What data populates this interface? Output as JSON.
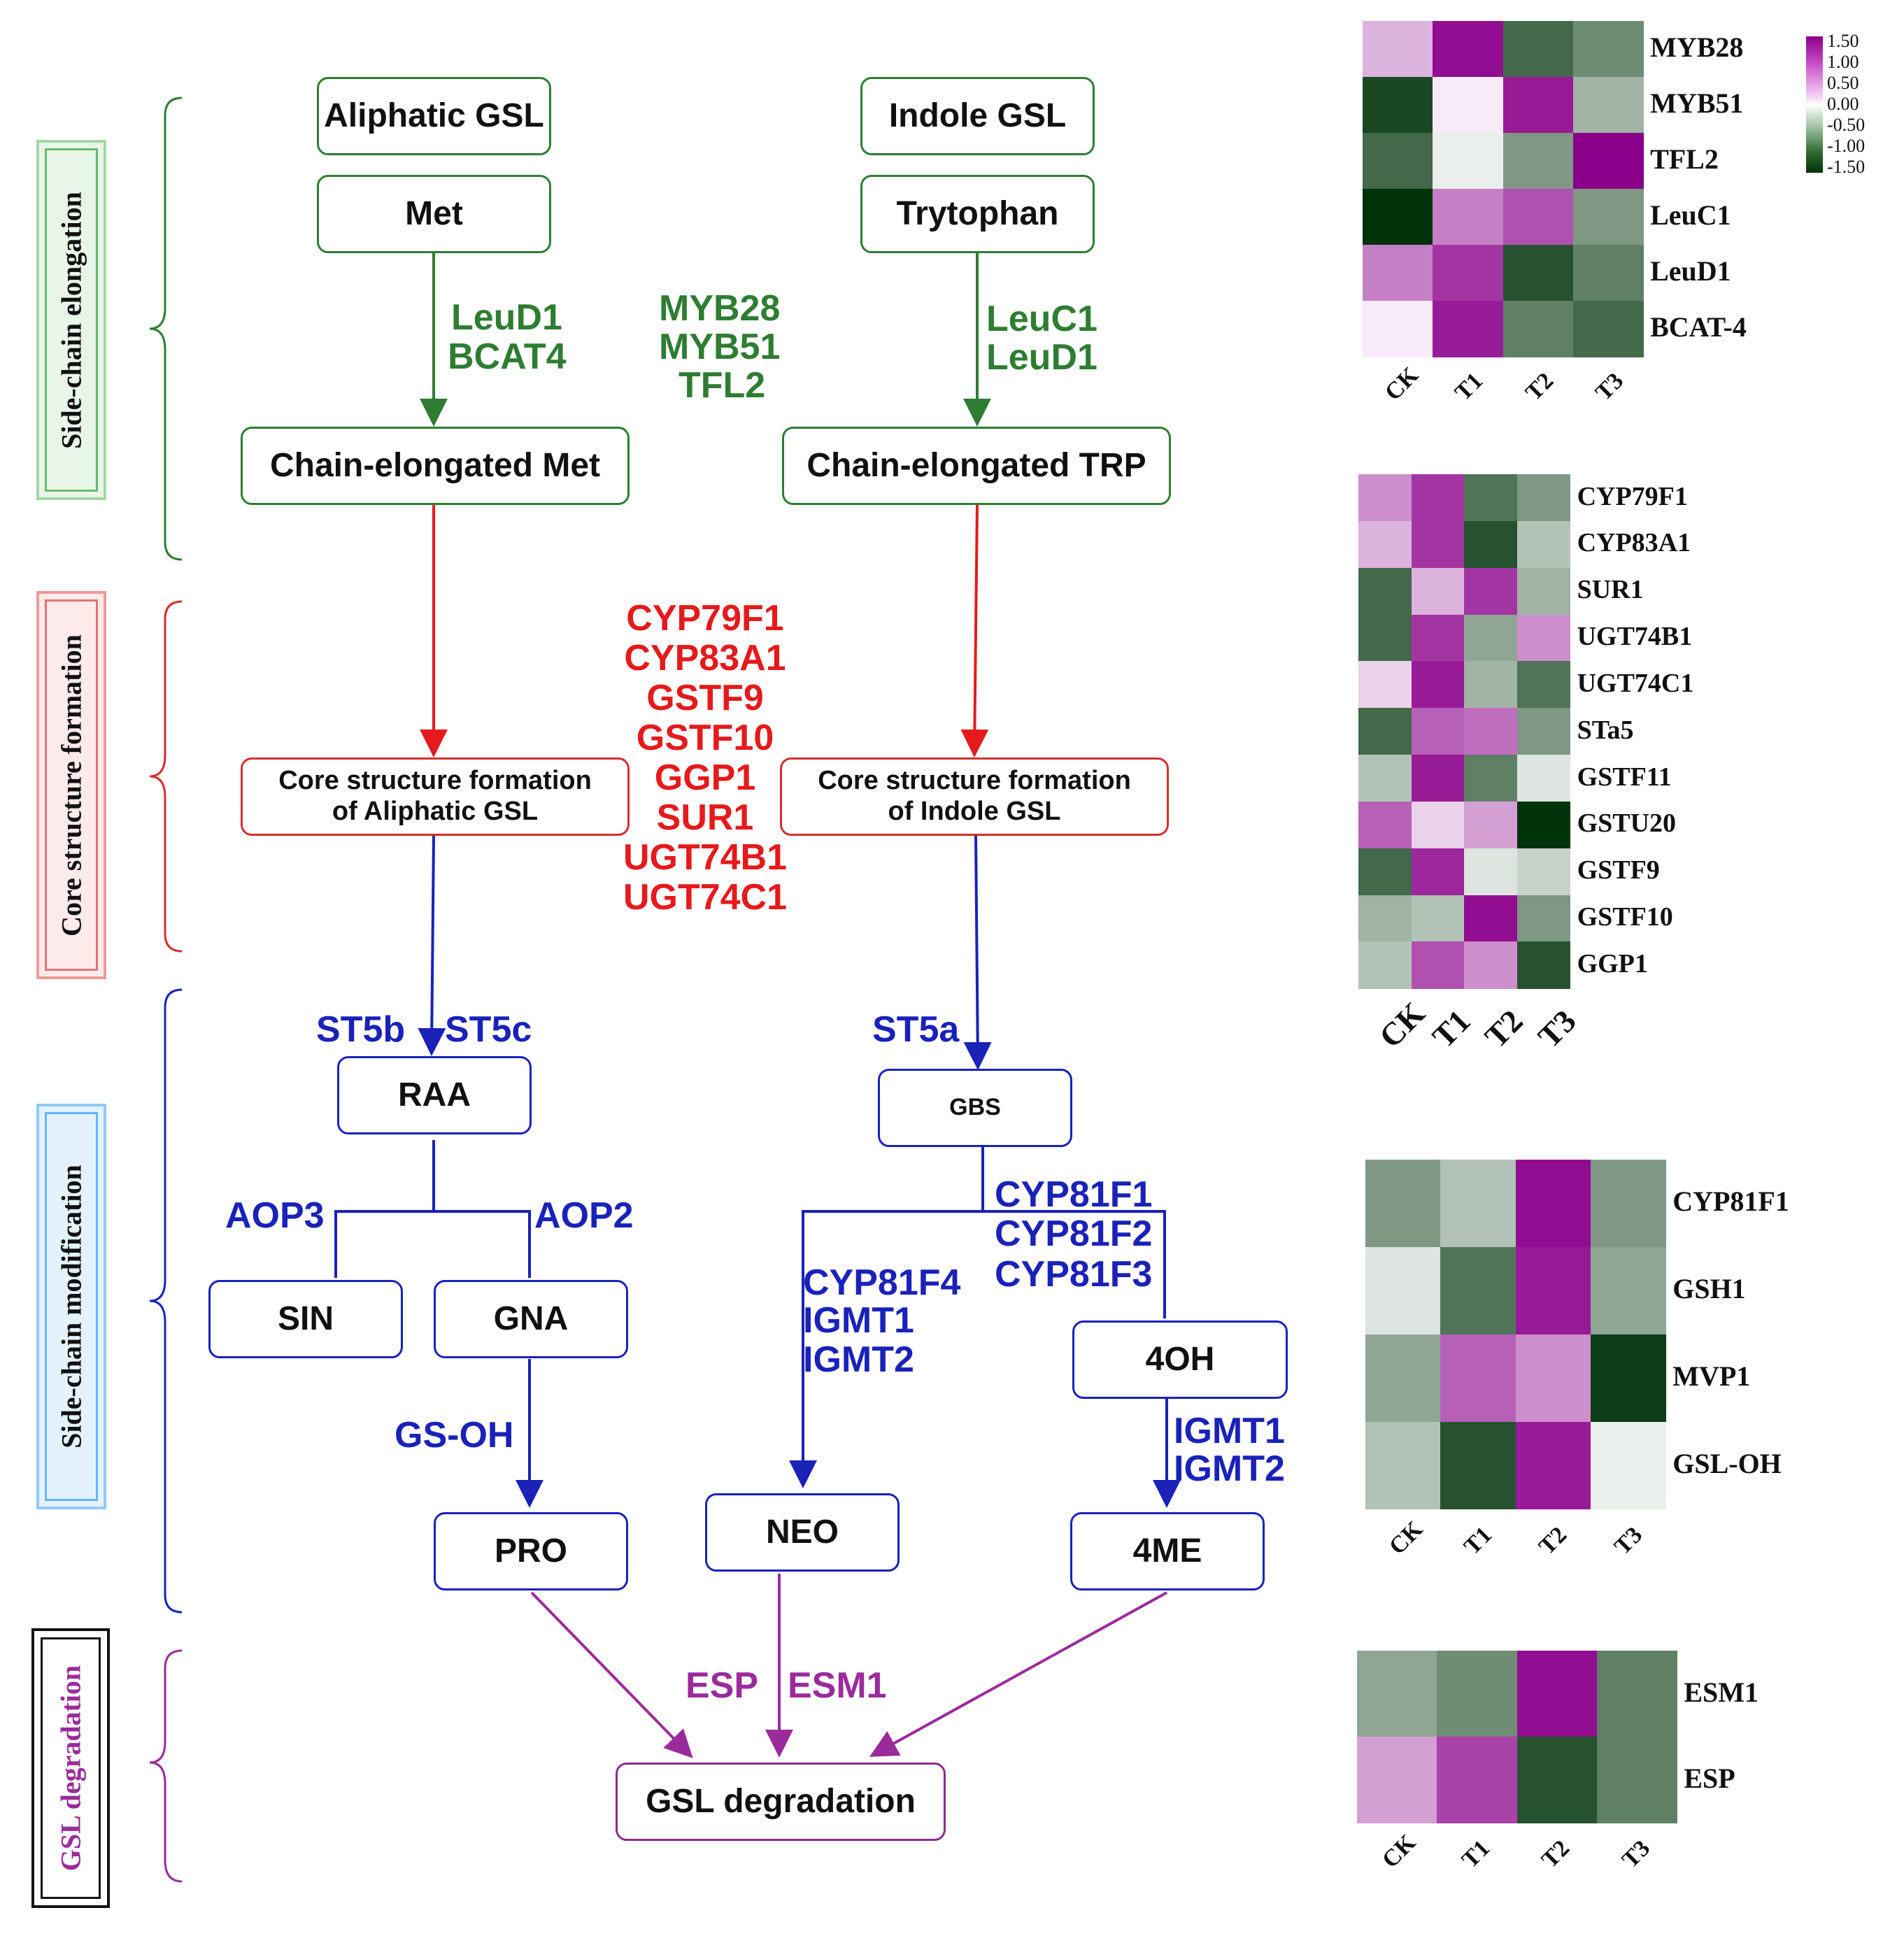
{
  "stages": {
    "elongation": "Side-chain elongation",
    "core": "Core structure formation",
    "modification": "Side-chain modification",
    "degradation": "GSL degradation"
  },
  "nodes": {
    "aliphatic_gsl": "Aliphatic GSL",
    "indole_gsl": "Indole GSL",
    "met": "Met",
    "trytophan": "Trytophan",
    "chain_met": "Chain-elongated Met",
    "chain_trp": "Chain-elongated TRP",
    "core_aliphatic": "Core structure formation of Aliphatic GSL",
    "core_indole": "Core structure formation of Indole GSL",
    "raa": "RAA",
    "gbs": "GBS",
    "sin": "SIN",
    "gna": "GNA",
    "pro": "PRO",
    "neo": "NEO",
    "oh4": "4OH",
    "me4": "4ME",
    "gsl_deg": "GSL degradation"
  },
  "enzymes": {
    "leud1_left": "LeuD1",
    "bcat4": "BCAT4",
    "myb28": "MYB28",
    "myb51": "MYB51",
    "tfl2": "TFL2",
    "leuc1": "LeuC1",
    "leud1_right": "LeuD1",
    "core_list": [
      "CYP79F1",
      "CYP83A1",
      "GSTF9",
      "GSTF10",
      "GGP1",
      "SUR1",
      "UGT74B1",
      "UGT74C1"
    ],
    "st5b": "ST5b",
    "st5c": "ST5c",
    "st5a": "ST5a",
    "aop3": "AOP3",
    "aop2": "AOP2",
    "cyp81f1": "CYP81F1",
    "cyp81f2": "CYP81F2",
    "cyp81f3": "CYP81F3",
    "cyp81f4": "CYP81F4",
    "igmt1_left": "IGMT1",
    "igmt2_left": "IGMT2",
    "gs_oh": "GS-OH",
    "igmt1_right": "IGMT1",
    "igmt2_right": "IGMT2",
    "esp": "ESP",
    "esm1": "ESM1"
  },
  "colors": {
    "green": "#2e7d32",
    "red": "#e41a1c",
    "blue": "#1a22b8",
    "purple": "#9b2b9b"
  },
  "legend": {
    "ticks": [
      "1.50",
      "1.00",
      "0.50",
      "0.00",
      "-0.50",
      "-1.00",
      "-1.50"
    ],
    "range": [
      -1.5,
      1.5
    ],
    "high_color": "#8b008b",
    "mid_color": "#ffffff",
    "low_color": "#00330a"
  },
  "heatmaps": [
    {
      "columns": [
        "CK",
        "T1",
        "T2",
        "T3"
      ],
      "genes": [
        "MYB28",
        "MYB51",
        "TFL2",
        "LeuC1",
        "LeuD1",
        "BCAT-4"
      ],
      "values": [
        [
          0.3,
          1.4,
          -1.0,
          -0.7
        ],
        [
          -1.3,
          0.05,
          1.3,
          -0.4
        ],
        [
          -1.0,
          -0.05,
          -0.6,
          1.5
        ],
        [
          -1.5,
          0.6,
          0.9,
          -0.6
        ],
        [
          0.6,
          1.1,
          -1.2,
          -0.8
        ],
        [
          0.05,
          1.3,
          -0.8,
          -1.0
        ]
      ]
    },
    {
      "columns": [
        "CK",
        "T1",
        "T2",
        "T3"
      ],
      "genes": [
        "CYP79F1",
        "CYP83A1",
        "SUR1",
        "UGT74B1",
        "UGT74C1",
        "STa5",
        "GSTF11",
        "GSTU20",
        "GSTF9",
        "GSTF10",
        "GGP1"
      ],
      "values": [
        [
          0.5,
          1.1,
          -0.9,
          -0.6
        ],
        [
          0.3,
          1.1,
          -1.2,
          -0.3
        ],
        [
          -1.0,
          0.3,
          1.1,
          -0.4
        ],
        [
          -1.0,
          1.1,
          -0.5,
          0.5
        ],
        [
          0.15,
          1.3,
          -0.4,
          -0.9
        ],
        [
          -1.0,
          0.8,
          0.7,
          -0.6
        ],
        [
          -0.3,
          1.3,
          -0.8,
          -0.1
        ],
        [
          0.8,
          0.15,
          0.4,
          -1.5
        ],
        [
          -1.0,
          1.2,
          -0.1,
          -0.2
        ],
        [
          -0.4,
          -0.3,
          1.4,
          -0.6
        ],
        [
          -0.3,
          0.9,
          0.5,
          -1.2
        ]
      ]
    },
    {
      "columns": [
        "CK",
        "T1",
        "T2",
        "T3"
      ],
      "genes": [
        "CYP81F1",
        "GSH1",
        "MVP1",
        "GSL-OH"
      ],
      "values": [
        [
          -0.6,
          -0.3,
          1.4,
          -0.6
        ],
        [
          -0.1,
          -0.9,
          1.3,
          -0.5
        ],
        [
          -0.5,
          0.8,
          0.5,
          -1.4
        ],
        [
          -0.3,
          -1.2,
          1.3,
          -0.05
        ]
      ]
    },
    {
      "columns": [
        "CK",
        "T1",
        "T2",
        "T3"
      ],
      "genes": [
        "ESM1",
        "ESP"
      ],
      "values": [
        [
          -0.5,
          -0.7,
          1.4,
          -0.8
        ],
        [
          0.4,
          1.0,
          -1.2,
          -0.8
        ]
      ]
    }
  ]
}
